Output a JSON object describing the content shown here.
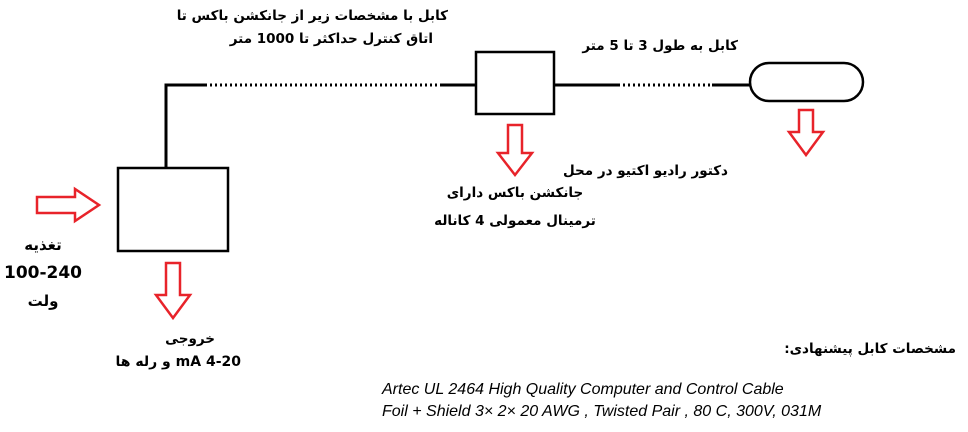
{
  "labels": {
    "long_cable_line1": "کابل با مشخصات زیر از جانکشن باکس تا",
    "long_cable_line2": "اتاق کنترل حداکثر تا 1000 متر",
    "short_cable": "کابل به طول 3 تا 5 متر",
    "junction_line1": "جانکشن باکس دارای",
    "junction_line2": "ترمینال معمولی 4 کاناله",
    "detector": "دکتور رادیو اکتیو در محل",
    "power_line1": "تغذیه",
    "power_line2": "100-240",
    "power_line3": "ولت",
    "output_line1": "خروجی",
    "output_line2": "4-20 mA و رله ها",
    "spec_title": "مشخصات کابل پیشنهادی:",
    "spec_line1": "Artec UL 2464 High Quality Computer and Control Cable",
    "spec_line2": "Foil +  Shield 3× 2× 20 AWG , Twisted Pair , 80 C, 300V, 031M"
  },
  "colors": {
    "arrow": "#e8232a",
    "line": "#000000"
  }
}
